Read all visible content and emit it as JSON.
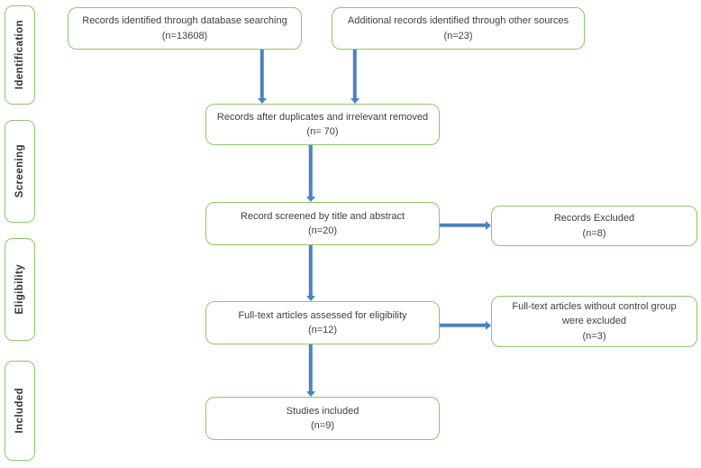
{
  "colors": {
    "box_border": "#8CC76B",
    "arrow": "#4E81BD",
    "text": "#3F3F3F"
  },
  "sidebar": {
    "items": [
      {
        "label": "Identification"
      },
      {
        "label": "Screening"
      },
      {
        "label": "Eligibility"
      },
      {
        "label": "Included"
      }
    ]
  },
  "boxes": {
    "database_search": {
      "text": "Records identified through database searching",
      "count": "(n=13608)"
    },
    "other_sources": {
      "text": "Additional records identified through other sources",
      "count": "(n=23)"
    },
    "after_duplicates": {
      "text": "Records after duplicates and irrelevant removed",
      "count": "(n= 70)"
    },
    "title_abstract_screen": {
      "text": "Record screened by title and abstract",
      "count": "(n=20)"
    },
    "records_excluded": {
      "text": "Records Excluded",
      "count": "(n=8)"
    },
    "fulltext_assessed": {
      "text": "Full-text articles assessed for eligibility",
      "count": "(n=12)"
    },
    "fulltext_excluded": {
      "text": "Full-text articles without control group were excluded",
      "count": "(n=3)"
    },
    "studies_included": {
      "text": "Studies included",
      "count": "(n=9)"
    }
  }
}
